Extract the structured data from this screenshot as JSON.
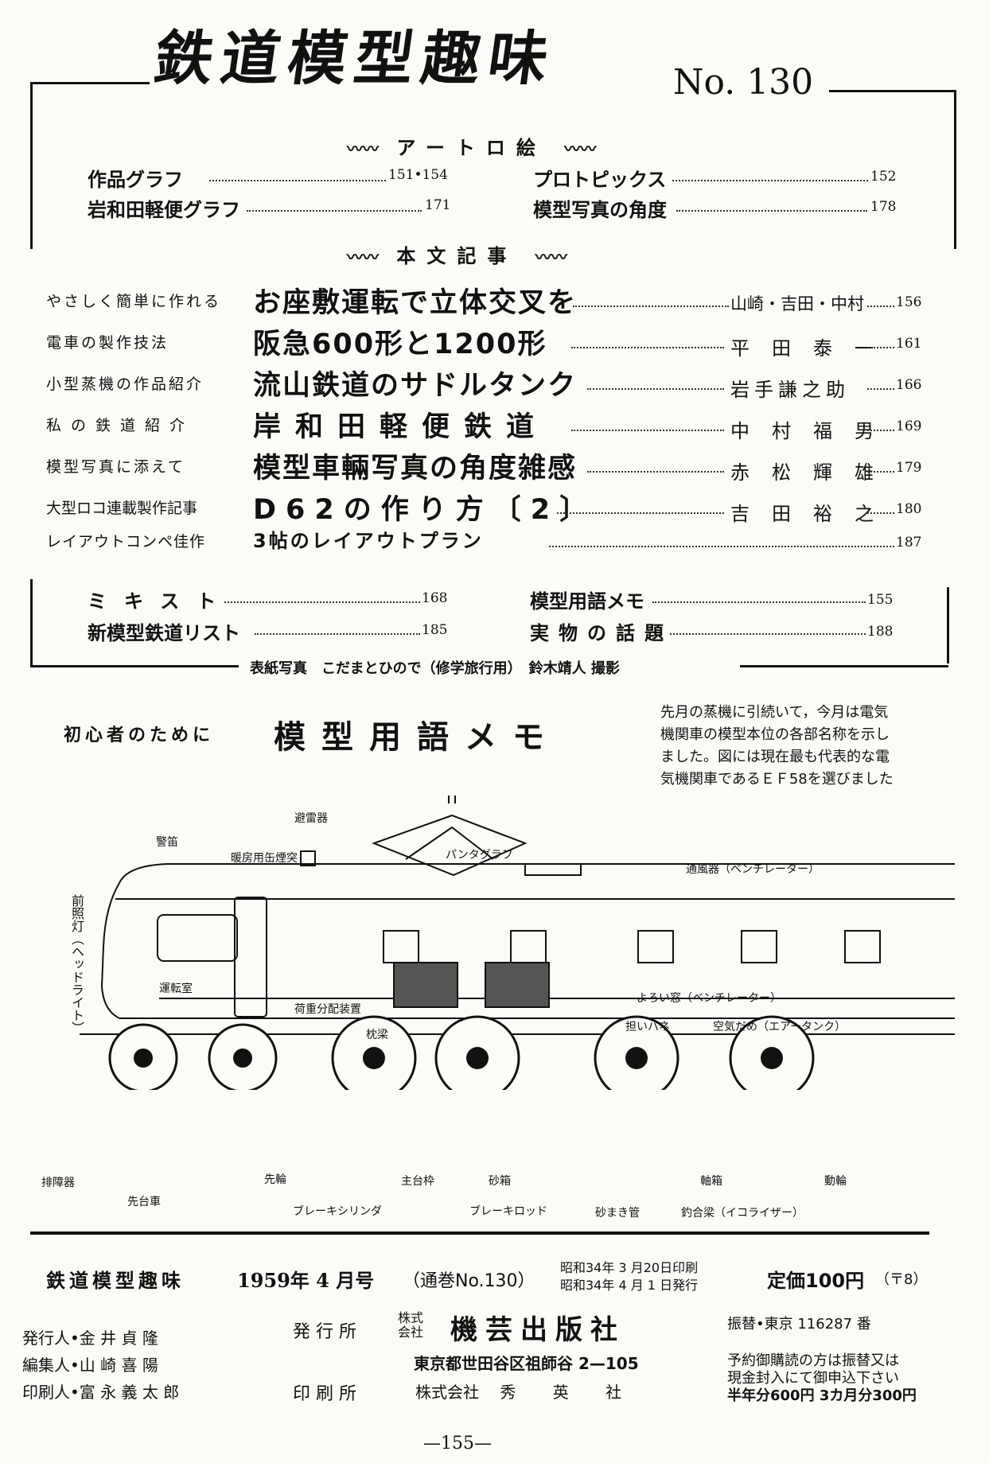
{
  "magazine": {
    "title": "鉄道模型趣味",
    "issue": "No. 130"
  },
  "contents": {
    "art_heading": "アートロ絵",
    "art_items": [
      {
        "title": "作品グラフ",
        "page": "151•154"
      },
      {
        "title": "岩和田軽便グラフ",
        "page": "171"
      },
      {
        "title": "プロトピックス",
        "page": "152"
      },
      {
        "title": "模型写真の角度",
        "page": "178"
      }
    ],
    "articles_heading": "本文記事",
    "articles": [
      {
        "label": "やさしく簡単に作れる",
        "title": "お座敷運転で立体交叉を",
        "author": "山崎・吉田・中村",
        "page": "156"
      },
      {
        "label": "電車の製作技法",
        "title": "阪急600形と1200形",
        "author": "平田泰一",
        "page": "161"
      },
      {
        "label": "小型蒸機の作品紹介",
        "title": "流山鉄道のサドルタンク",
        "author": "岩手謙之助",
        "page": "166"
      },
      {
        "label": "私の鉄道紹介",
        "title": "岸和田軽便鉄道",
        "author": "中村福男",
        "page": "169"
      },
      {
        "label": "模型写真に添えて",
        "title": "模型車輛写真の角度雑感",
        "author": "赤松輝雄",
        "page": "179"
      },
      {
        "label": "大型ロコ連載製作記事",
        "title": "D62の作り方〔2〕",
        "author": "吉田裕之",
        "page": "180"
      },
      {
        "label": "レイアウトコンペ佳作",
        "title": "3帖のレイアウトプラン",
        "author": "",
        "page": "187"
      }
    ],
    "misc_items": [
      {
        "title": "ミキスト",
        "page": "168"
      },
      {
        "title": "新模型鉄道リスト",
        "page": "185"
      },
      {
        "title": "模型用語メモ",
        "page": "155"
      },
      {
        "title": "実物の話題",
        "page": "188"
      }
    ],
    "cover_note": "表紙写真　こだまとひので（修学旅行用）　鈴木靖人 撮影"
  },
  "memo": {
    "prefix": "初心者のために",
    "title": "模型用語メモ",
    "intro": [
      "先月の蒸機に引続いて，今月は電気",
      "機関車の模型本位の各部名称を示し",
      "ました。図には現在最も代表的な電",
      "気機関車であるＥＦ58を選びました"
    ],
    "labels": {
      "lightning": "避雷器",
      "whistle": "警笛",
      "chimney": "暖房用缶煙突",
      "pantograph": "パンタグラフ",
      "ventilator": "通風器（ベンチレーター）",
      "headlight": "前照灯（ヘッドライト）",
      "cab": "運転室",
      "louver": "よろい窓（ベンチレーター）",
      "load": "荷重分配装置",
      "spring": "担いバネ",
      "airtank": "空気だめ（エアータンク）",
      "bolster": "枕梁",
      "pilot": "排障器",
      "leading_truck": "先台車",
      "leading_wheel": "先輪",
      "brake_cyl": "ブレーキシリンダ",
      "main_frame": "主台枠",
      "sandbox": "砂箱",
      "brake_rod": "ブレーキロッド",
      "sand_pipe": "砂まき管",
      "equalizer": "釣合梁（イコライザー）",
      "axlebox": "軸箱",
      "driving_wheel": "動輪"
    }
  },
  "colophon": {
    "magazine": "鉄道模型趣味",
    "date": "1959年 4 月号",
    "volume": "（通巻No.130）",
    "printed": "昭和34年 3 月20日印刷",
    "issued": "昭和34年 4 月 1 日発行",
    "price": "定価100円",
    "postage": "（〒8）",
    "staff": [
      "発行人•金 井 貞 隆",
      "編集人•山 崎 喜 陽",
      "印刷人•富 永 義 太 郎"
    ],
    "publisher_label": "発 行 所",
    "publisher_kind": "株式\n会社",
    "publisher": "機芸出版社",
    "address": "東京都世田谷区祖師谷 2—105",
    "printer_label": "印 刷 所",
    "printer": "株式会社　 秀　　 英　　 社",
    "transfer": "振替•東京 116287 番",
    "subscription": [
      "予約御購読の方は振替又は",
      "現金封入にて御申込下さい",
      "半年分600円 3カ月分300円"
    ]
  },
  "page_number": "—155—"
}
